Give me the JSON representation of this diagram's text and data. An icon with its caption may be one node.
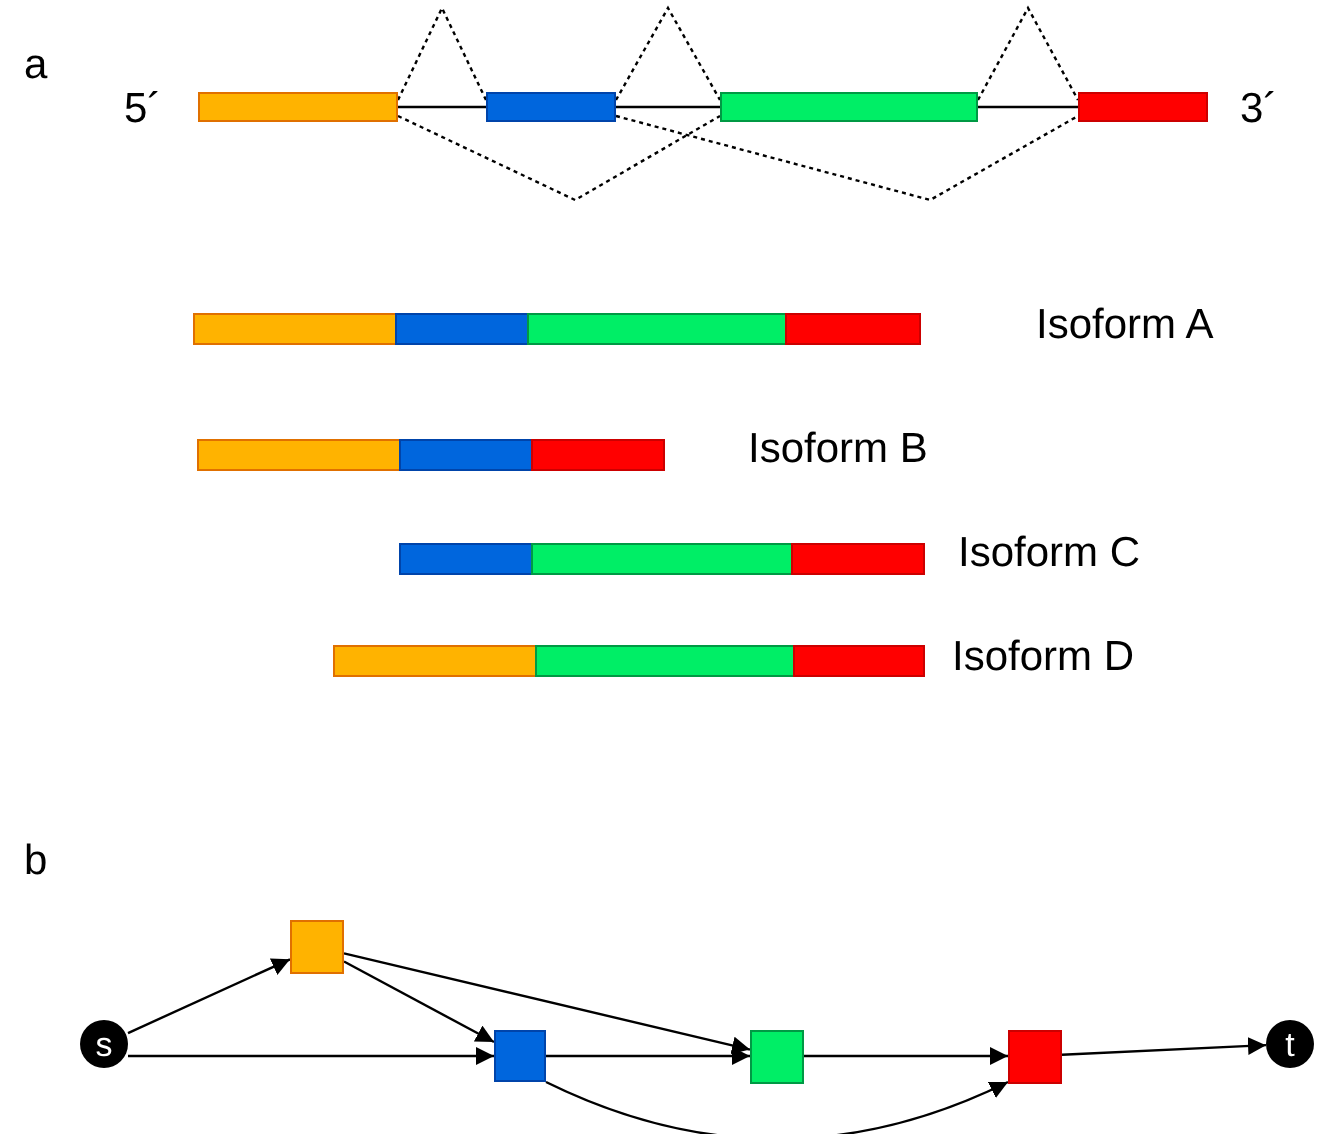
{
  "diagram": {
    "nodes": [
      {
        "text": [],
        "shape": "bar",
        "beside": [
          "5´"
        ]
      },
      {
        "text": [],
        "shape": "bar"
      },
      {
        "text": [],
        "shape": "bar"
      },
      {
        "text": [],
        "shape": "bar",
        "beside": [
          "3´"
        ]
      },
      {
        "text": [
          "s"
        ]
      },
      {
        "text": [],
        "shape": "box"
      },
      {
        "text": [],
        "shape": "box"
      },
      {
        "text": [],
        "shape": "box"
      },
      {
        "text": [],
        "shape": "box"
      },
      {
        "text": [
          "t"
        ]
      }
    ],
    "edges": [
      {
        "from": 0,
        "to": 1,
        "arrow": "none"
      },
      {
        "from": 1,
        "to": 2,
        "arrow": "none"
      },
      {
        "from": 2,
        "to": 3,
        "arrow": "none"
      },
      {
        "from": 0,
        "to": 1,
        "arrow": "none",
        "style": "dashed"
      },
      {
        "from": 1,
        "to": 2,
        "arrow": "none",
        "style": "dashed"
      },
      {
        "from": 2,
        "to": 3,
        "arrow": "none",
        "style": "dashed"
      },
      {
        "from": 0,
        "to": 2,
        "arrow": "none",
        "style": "dashed"
      },
      {
        "from": 1,
        "to": 3,
        "arrow": "none",
        "style": "dashed"
      },
      {
        "from": 4,
        "to": 5,
        "arrow": "to"
      },
      {
        "from": 4,
        "to": 6,
        "arrow": "to"
      },
      {
        "from": 5,
        "to": 6,
        "arrow": "to"
      },
      {
        "from": 5,
        "to": 7,
        "arrow": "to"
      },
      {
        "from": 6,
        "to": 7,
        "arrow": "to"
      },
      {
        "from": 6,
        "to": 8,
        "arrow": "to"
      },
      {
        "from": 7,
        "to": 8,
        "arrow": "to"
      },
      {
        "from": 8,
        "to": 9,
        "arrow": "to"
      }
    ],
    "labels": [
      "a",
      "Isoform A",
      "Isoform B",
      "Isoform C",
      "Isoform D",
      "b"
    ]
  }
}
